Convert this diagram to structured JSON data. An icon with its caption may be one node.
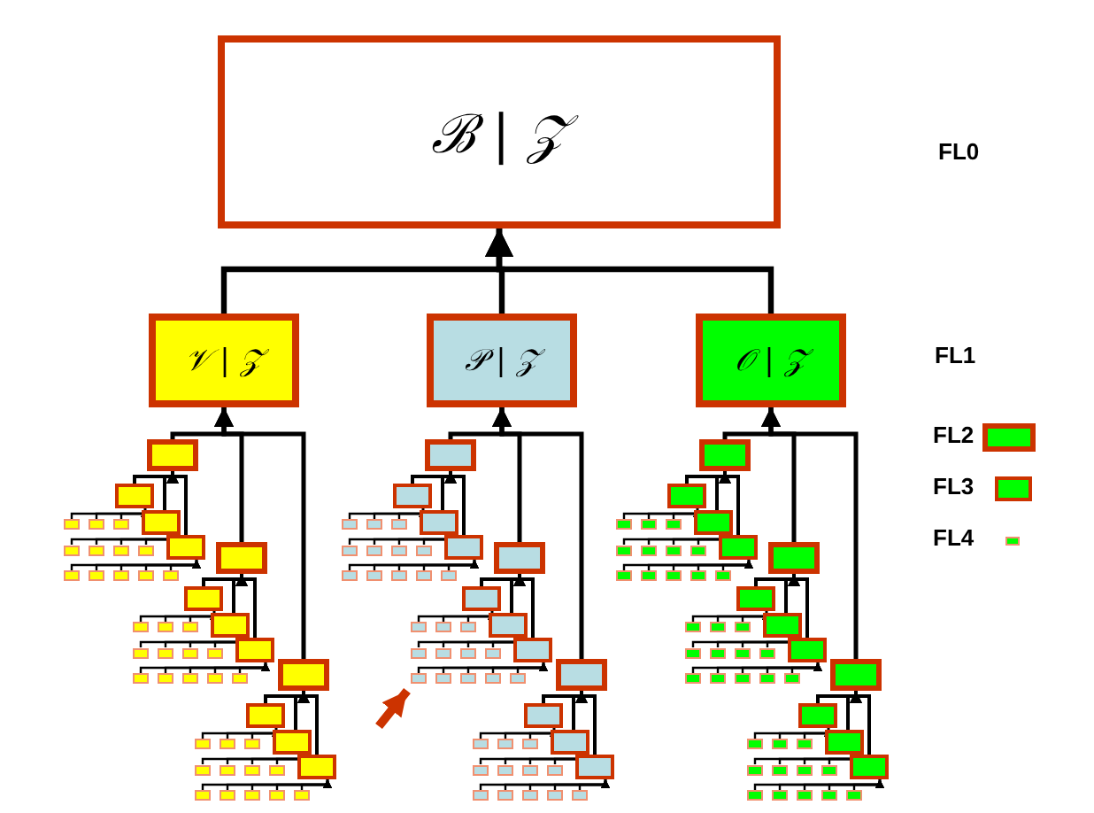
{
  "diagram": {
    "nodes": [
      {
        "text": [
          "ℬ | 𝒵"
        ]
      },
      {
        "text": [
          "𝒱 | 𝒵"
        ]
      },
      {
        "text": [
          "𝒫 | 𝒵"
        ]
      },
      {
        "text": [
          "𝒪 | 𝒵"
        ]
      },
      {
        "text": [],
        "shape": "box"
      },
      {
        "text": [],
        "shape": "box"
      },
      {
        "text": [],
        "shape": "box"
      },
      {
        "text": [],
        "shape": "box"
      },
      {
        "text": [],
        "shape": "box"
      },
      {
        "text": [],
        "shape": "box"
      },
      {
        "text": [],
        "shape": "box"
      },
      {
        "text": [],
        "shape": "box"
      },
      {
        "text": [],
        "shape": "box"
      },
      {
        "text": [],
        "shape": "box"
      },
      {
        "text": [],
        "shape": "box"
      },
      {
        "text": [],
        "shape": "box"
      },
      {
        "text": [],
        "shape": "box"
      },
      {
        "text": [],
        "shape": "box"
      },
      {
        "text": [],
        "shape": "box"
      },
      {
        "text": [],
        "shape": "box"
      },
      {
        "text": [],
        "shape": "box"
      },
      {
        "text": [],
        "shape": "box"
      },
      {
        "text": [],
        "shape": "box"
      },
      {
        "text": [],
        "shape": "box"
      },
      {
        "text": [],
        "shape": "box"
      },
      {
        "text": [],
        "shape": "box"
      },
      {
        "text": [],
        "shape": "box"
      },
      {
        "text": [],
        "shape": "box"
      },
      {
        "text": [],
        "shape": "box"
      },
      {
        "text": [],
        "shape": "box"
      },
      {
        "text": [],
        "shape": "box"
      },
      {
        "text": [],
        "shape": "box"
      },
      {
        "text": [],
        "shape": "box"
      },
      {
        "text": [],
        "shape": "box"
      },
      {
        "text": [],
        "shape": "box"
      },
      {
        "text": [],
        "shape": "box"
      },
      {
        "text": [],
        "shape": "box"
      },
      {
        "text": [],
        "shape": "box"
      },
      {
        "text": [],
        "shape": "box"
      },
      {
        "text": [],
        "shape": "box"
      },
      {
        "text": [],
        "shape": "box"
      },
      {
        "text": [],
        "shape": "box"
      },
      {
        "text": [],
        "shape": "box"
      },
      {
        "text": [],
        "shape": "box"
      },
      {
        "text": [],
        "shape": "box"
      },
      {
        "text": [],
        "shape": "box"
      },
      {
        "text": [],
        "shape": "box"
      },
      {
        "text": [],
        "shape": "box"
      },
      {
        "text": [],
        "shape": "box"
      },
      {
        "text": [],
        "shape": "box"
      },
      {
        "text": [],
        "shape": "box"
      },
      {
        "text": [],
        "shape": "box"
      },
      {
        "text": [],
        "shape": "box"
      },
      {
        "text": [],
        "shape": "box"
      },
      {
        "text": [],
        "shape": "box"
      },
      {
        "text": [],
        "shape": "box"
      },
      {
        "text": [],
        "shape": "box"
      },
      {
        "text": [],
        "shape": "box"
      },
      {
        "text": [],
        "shape": "box"
      },
      {
        "text": [],
        "shape": "box"
      },
      {
        "text": [],
        "shape": "box"
      },
      {
        "text": [],
        "shape": "box"
      },
      {
        "text": [],
        "shape": "box"
      },
      {
        "text": [],
        "shape": "box"
      },
      {
        "text": [],
        "shape": "box"
      },
      {
        "text": [],
        "shape": "box"
      },
      {
        "text": [],
        "shape": "box"
      },
      {
        "text": [],
        "shape": "box"
      },
      {
        "text": [],
        "shape": "box"
      },
      {
        "text": [],
        "shape": "box"
      },
      {
        "text": [],
        "shape": "box"
      },
      {
        "text": [],
        "shape": "box"
      },
      {
        "text": [],
        "shape": "box"
      },
      {
        "text": [],
        "shape": "box"
      },
      {
        "text": [],
        "shape": "box"
      },
      {
        "text": [],
        "shape": "box"
      },
      {
        "text": [],
        "shape": "box"
      },
      {
        "text": [],
        "shape": "box"
      },
      {
        "text": [],
        "shape": "box"
      },
      {
        "text": [],
        "shape": "box"
      },
      {
        "text": [],
        "shape": "box"
      },
      {
        "text": [],
        "shape": "box"
      },
      {
        "text": [],
        "shape": "box"
      },
      {
        "text": [],
        "shape": "box"
      },
      {
        "text": [],
        "shape": "box"
      },
      {
        "text": [],
        "shape": "box"
      },
      {
        "text": [],
        "shape": "box"
      },
      {
        "text": [],
        "shape": "box"
      },
      {
        "text": [],
        "shape": "box"
      },
      {
        "text": [],
        "shape": "box"
      },
      {
        "text": [],
        "shape": "box"
      },
      {
        "text": [],
        "shape": "box"
      },
      {
        "text": [],
        "shape": "box"
      },
      {
        "text": [],
        "shape": "box"
      },
      {
        "text": [],
        "shape": "box"
      },
      {
        "text": [],
        "shape": "box"
      },
      {
        "text": [],
        "shape": "box"
      },
      {
        "text": [],
        "shape": "box"
      },
      {
        "text": [],
        "shape": "box"
      },
      {
        "text": [],
        "shape": "box"
      },
      {
        "text": [],
        "shape": "box"
      },
      {
        "text": [],
        "shape": "box"
      },
      {
        "text": [],
        "shape": "box"
      },
      {
        "text": [],
        "shape": "box"
      },
      {
        "text": [],
        "shape": "box"
      },
      {
        "text": [],
        "shape": "box"
      },
      {
        "text": [],
        "shape": "box"
      },
      {
        "text": [],
        "shape": "box"
      },
      {
        "text": [],
        "shape": "box"
      },
      {
        "text": [],
        "shape": "box"
      },
      {
        "text": [],
        "shape": "box"
      },
      {
        "text": [],
        "shape": "box"
      },
      {
        "text": [],
        "shape": "box"
      },
      {
        "text": [],
        "shape": "box"
      },
      {
        "text": [],
        "shape": "box"
      },
      {
        "text": [],
        "shape": "box"
      },
      {
        "text": [],
        "shape": "box"
      },
      {
        "text": [],
        "shape": "box"
      },
      {
        "text": [],
        "shape": "box"
      },
      {
        "text": [],
        "shape": "box"
      },
      {
        "text": [],
        "shape": "box"
      },
      {
        "text": [],
        "shape": "box"
      },
      {
        "text": [],
        "shape": "box"
      },
      {
        "text": [],
        "shape": "box"
      },
      {
        "text": [],
        "shape": "box"
      },
      {
        "text": [],
        "shape": "box"
      },
      {
        "text": [],
        "shape": "box"
      },
      {
        "text": [],
        "shape": "box"
      },
      {
        "text": [],
        "shape": "box"
      },
      {
        "text": [],
        "shape": "box"
      },
      {
        "text": [],
        "shape": "box"
      },
      {
        "text": [],
        "shape": "box"
      },
      {
        "text": [],
        "shape": "box"
      },
      {
        "text": [],
        "shape": "box"
      },
      {
        "text": [],
        "shape": "box"
      },
      {
        "text": [],
        "shape": "box"
      },
      {
        "text": [],
        "shape": "box"
      },
      {
        "text": [],
        "shape": "box"
      },
      {
        "text": [],
        "shape": "box"
      },
      {
        "text": [],
        "shape": "box"
      },
      {
        "text": [],
        "shape": "box"
      },
      {
        "text": [],
        "shape": "box"
      },
      {
        "text": [],
        "shape": "box"
      },
      {
        "text": [],
        "shape": "box"
      },
      {
        "text": [],
        "shape": "box"
      },
      {
        "text": [],
        "shape": "box"
      },
      {
        "text": [],
        "shape": "box"
      },
      {
        "text": [],
        "shape": "box"
      }
    ],
    "edges": [
      {
        "from": 1,
        "to": 0,
        "arrow": "to",
        "style": "thick"
      },
      {
        "from": 2,
        "to": 0,
        "arrow": "to",
        "style": "thick"
      },
      {
        "from": 3,
        "to": 0,
        "arrow": "to",
        "style": "thick"
      },
      {
        "from": 4,
        "to": 1,
        "arrow": "to"
      },
      {
        "from": 5,
        "to": 4,
        "arrow": "to"
      },
      {
        "from": 6,
        "to": 4,
        "arrow": "to"
      },
      {
        "from": 7,
        "to": 4,
        "arrow": "to"
      },
      {
        "from": 8,
        "to": 5,
        "arrow": "to"
      },
      {
        "from": 9,
        "to": 5,
        "arrow": "to"
      },
      {
        "from": 10,
        "to": 5,
        "arrow": "to"
      },
      {
        "from": 11,
        "to": 6,
        "arrow": "to"
      },
      {
        "from": 12,
        "to": 6,
        "arrow": "to"
      },
      {
        "from": 13,
        "to": 6,
        "arrow": "to"
      },
      {
        "from": 14,
        "to": 6,
        "arrow": "to"
      },
      {
        "from": 15,
        "to": 7,
        "arrow": "to"
      },
      {
        "from": 16,
        "to": 7,
        "arrow": "to"
      },
      {
        "from": 17,
        "to": 7,
        "arrow": "to"
      },
      {
        "from": 18,
        "to": 7,
        "arrow": "to"
      },
      {
        "from": 19,
        "to": 7,
        "arrow": "to"
      },
      {
        "from": 20,
        "to": 1,
        "arrow": "to"
      },
      {
        "from": 21,
        "to": 20,
        "arrow": "to"
      },
      {
        "from": 22,
        "to": 20,
        "arrow": "to"
      },
      {
        "from": 23,
        "to": 20,
        "arrow": "to"
      },
      {
        "from": 24,
        "to": 21,
        "arrow": "to"
      },
      {
        "from": 25,
        "to": 21,
        "arrow": "to"
      },
      {
        "from": 26,
        "to": 21,
        "arrow": "to"
      },
      {
        "from": 27,
        "to": 22,
        "arrow": "to"
      },
      {
        "from": 28,
        "to": 22,
        "arrow": "to"
      },
      {
        "from": 29,
        "to": 22,
        "arrow": "to"
      },
      {
        "from": 30,
        "to": 22,
        "arrow": "to"
      },
      {
        "from": 31,
        "to": 23,
        "arrow": "to"
      },
      {
        "from": 32,
        "to": 23,
        "arrow": "to"
      },
      {
        "from": 33,
        "to": 23,
        "arrow": "to"
      },
      {
        "from": 34,
        "to": 23,
        "arrow": "to"
      },
      {
        "from": 35,
        "to": 23,
        "arrow": "to"
      },
      {
        "from": 36,
        "to": 1,
        "arrow": "to"
      },
      {
        "from": 37,
        "to": 36,
        "arrow": "to"
      },
      {
        "from": 38,
        "to": 36,
        "arrow": "to"
      },
      {
        "from": 39,
        "to": 36,
        "arrow": "to"
      },
      {
        "from": 40,
        "to": 37,
        "arrow": "to"
      },
      {
        "from": 41,
        "to": 37,
        "arrow": "to"
      },
      {
        "from": 42,
        "to": 37,
        "arrow": "to"
      },
      {
        "from": 43,
        "to": 38,
        "arrow": "to"
      },
      {
        "from": 44,
        "to": 38,
        "arrow": "to"
      },
      {
        "from": 45,
        "to": 38,
        "arrow": "to"
      },
      {
        "from": 46,
        "to": 38,
        "arrow": "to"
      },
      {
        "from": 47,
        "to": 39,
        "arrow": "to"
      },
      {
        "from": 48,
        "to": 39,
        "arrow": "to"
      },
      {
        "from": 49,
        "to": 39,
        "arrow": "to"
      },
      {
        "from": 50,
        "to": 39,
        "arrow": "to"
      },
      {
        "from": 51,
        "to": 39,
        "arrow": "to"
      },
      {
        "from": 52,
        "to": 2,
        "arrow": "to"
      },
      {
        "from": 53,
        "to": 52,
        "arrow": "to"
      },
      {
        "from": 54,
        "to": 52,
        "arrow": "to"
      },
      {
        "from": 55,
        "to": 52,
        "arrow": "to"
      },
      {
        "from": 56,
        "to": 53,
        "arrow": "to"
      },
      {
        "from": 57,
        "to": 53,
        "arrow": "to"
      },
      {
        "from": 58,
        "to": 53,
        "arrow": "to"
      },
      {
        "from": 59,
        "to": 54,
        "arrow": "to"
      },
      {
        "from": 60,
        "to": 54,
        "arrow": "to"
      },
      {
        "from": 61,
        "to": 54,
        "arrow": "to"
      },
      {
        "from": 62,
        "to": 54,
        "arrow": "to"
      },
      {
        "from": 63,
        "to": 55,
        "arrow": "to"
      },
      {
        "from": 64,
        "to": 55,
        "arrow": "to"
      },
      {
        "from": 65,
        "to": 55,
        "arrow": "to"
      },
      {
        "from": 66,
        "to": 55,
        "arrow": "to"
      },
      {
        "from": 67,
        "to": 55,
        "arrow": "to"
      },
      {
        "from": 68,
        "to": 2,
        "arrow": "to"
      },
      {
        "from": 69,
        "to": 68,
        "arrow": "to"
      },
      {
        "from": 70,
        "to": 68,
        "arrow": "to"
      },
      {
        "from": 71,
        "to": 68,
        "arrow": "to"
      },
      {
        "from": 72,
        "to": 69,
        "arrow": "to"
      },
      {
        "from": 73,
        "to": 69,
        "arrow": "to"
      },
      {
        "from": 74,
        "to": 69,
        "arrow": "to"
      },
      {
        "from": 75,
        "to": 70,
        "arrow": "to"
      },
      {
        "from": 76,
        "to": 70,
        "arrow": "to"
      },
      {
        "from": 77,
        "to": 70,
        "arrow": "to"
      },
      {
        "from": 78,
        "to": 70,
        "arrow": "to"
      },
      {
        "from": 79,
        "to": 71,
        "arrow": "to"
      },
      {
        "from": 80,
        "to": 71,
        "arrow": "to"
      },
      {
        "from": 81,
        "to": 71,
        "arrow": "to"
      },
      {
        "from": 82,
        "to": 71,
        "arrow": "to"
      },
      {
        "from": 83,
        "to": 71,
        "arrow": "to"
      },
      {
        "from": 84,
        "to": 2,
        "arrow": "to"
      },
      {
        "from": 85,
        "to": 84,
        "arrow": "to"
      },
      {
        "from": 86,
        "to": 84,
        "arrow": "to"
      },
      {
        "from": 87,
        "to": 84,
        "arrow": "to"
      },
      {
        "from": 88,
        "to": 85,
        "arrow": "to"
      },
      {
        "from": 89,
        "to": 85,
        "arrow": "to"
      },
      {
        "from": 90,
        "to": 85,
        "arrow": "to"
      },
      {
        "from": 91,
        "to": 86,
        "arrow": "to"
      },
      {
        "from": 92,
        "to": 86,
        "arrow": "to"
      },
      {
        "from": 93,
        "to": 86,
        "arrow": "to"
      },
      {
        "from": 94,
        "to": 86,
        "arrow": "to"
      },
      {
        "from": 95,
        "to": 87,
        "arrow": "to"
      },
      {
        "from": 96,
        "to": 87,
        "arrow": "to"
      },
      {
        "from": 97,
        "to": 87,
        "arrow": "to"
      },
      {
        "from": 98,
        "to": 87,
        "arrow": "to"
      },
      {
        "from": 99,
        "to": 87,
        "arrow": "to"
      },
      {
        "from": 100,
        "to": 3,
        "arrow": "to"
      },
      {
        "from": 101,
        "to": 100,
        "arrow": "to"
      },
      {
        "from": 102,
        "to": 100,
        "arrow": "to"
      },
      {
        "from": 103,
        "to": 100,
        "arrow": "to"
      },
      {
        "from": 104,
        "to": 101,
        "arrow": "to"
      },
      {
        "from": 105,
        "to": 101,
        "arrow": "to"
      },
      {
        "from": 106,
        "to": 101,
        "arrow": "to"
      },
      {
        "from": 107,
        "to": 102,
        "arrow": "to"
      },
      {
        "from": 108,
        "to": 102,
        "arrow": "to"
      },
      {
        "from": 109,
        "to": 102,
        "arrow": "to"
      },
      {
        "from": 110,
        "to": 102,
        "arrow": "to"
      },
      {
        "from": 111,
        "to": 103,
        "arrow": "to"
      },
      {
        "from": 112,
        "to": 103,
        "arrow": "to"
      },
      {
        "from": 113,
        "to": 103,
        "arrow": "to"
      },
      {
        "from": 114,
        "to": 103,
        "arrow": "to"
      },
      {
        "from": 115,
        "to": 103,
        "arrow": "to"
      },
      {
        "from": 116,
        "to": 3,
        "arrow": "to"
      },
      {
        "from": 117,
        "to": 116,
        "arrow": "to"
      },
      {
        "from": 118,
        "to": 116,
        "arrow": "to"
      },
      {
        "from": 119,
        "to": 116,
        "arrow": "to"
      },
      {
        "from": 120,
        "to": 117,
        "arrow": "to"
      },
      {
        "from": 121,
        "to": 117,
        "arrow": "to"
      },
      {
        "from": 122,
        "to": 117,
        "arrow": "to"
      },
      {
        "from": 123,
        "to": 118,
        "arrow": "to"
      },
      {
        "from": 124,
        "to": 118,
        "arrow": "to"
      },
      {
        "from": 125,
        "to": 118,
        "arrow": "to"
      },
      {
        "from": 126,
        "to": 118,
        "arrow": "to"
      },
      {
        "from": 127,
        "to": 119,
        "arrow": "to"
      },
      {
        "from": 128,
        "to": 119,
        "arrow": "to"
      },
      {
        "from": 129,
        "to": 119,
        "arrow": "to"
      },
      {
        "from": 130,
        "to": 119,
        "arrow": "to"
      },
      {
        "from": 131,
        "to": 119,
        "arrow": "to"
      },
      {
        "from": 132,
        "to": 3,
        "arrow": "to"
      },
      {
        "from": 133,
        "to": 132,
        "arrow": "to"
      },
      {
        "from": 134,
        "to": 132,
        "arrow": "to"
      },
      {
        "from": 135,
        "to": 132,
        "arrow": "to"
      },
      {
        "from": 136,
        "to": 133,
        "arrow": "to"
      },
      {
        "from": 137,
        "to": 133,
        "arrow": "to"
      },
      {
        "from": 138,
        "to": 133,
        "arrow": "to"
      },
      {
        "from": 139,
        "to": 134,
        "arrow": "to"
      },
      {
        "from": 140,
        "to": 134,
        "arrow": "to"
      },
      {
        "from": 141,
        "to": 134,
        "arrow": "to"
      },
      {
        "from": 142,
        "to": 134,
        "arrow": "to"
      },
      {
        "from": 143,
        "to": 135,
        "arrow": "to"
      },
      {
        "from": 144,
        "to": 135,
        "arrow": "to"
      },
      {
        "from": 145,
        "to": 135,
        "arrow": "to"
      },
      {
        "from": 146,
        "to": 135,
        "arrow": "to"
      },
      {
        "from": 147,
        "to": 135,
        "arrow": "to"
      },
      {
        "from": null,
        "to": 79,
        "arrow": "to",
        "style": "thick",
        "color": "#cc3300"
      }
    ],
    "labels": [
      "FL0",
      "FL1"
    ],
    "legend": [
      {
        "text": "FL2",
        "color": "#00ff00"
      },
      {
        "text": "FL3",
        "color": "#00ff00"
      },
      {
        "text": "FL4",
        "color": "#00ff00"
      }
    ]
  }
}
